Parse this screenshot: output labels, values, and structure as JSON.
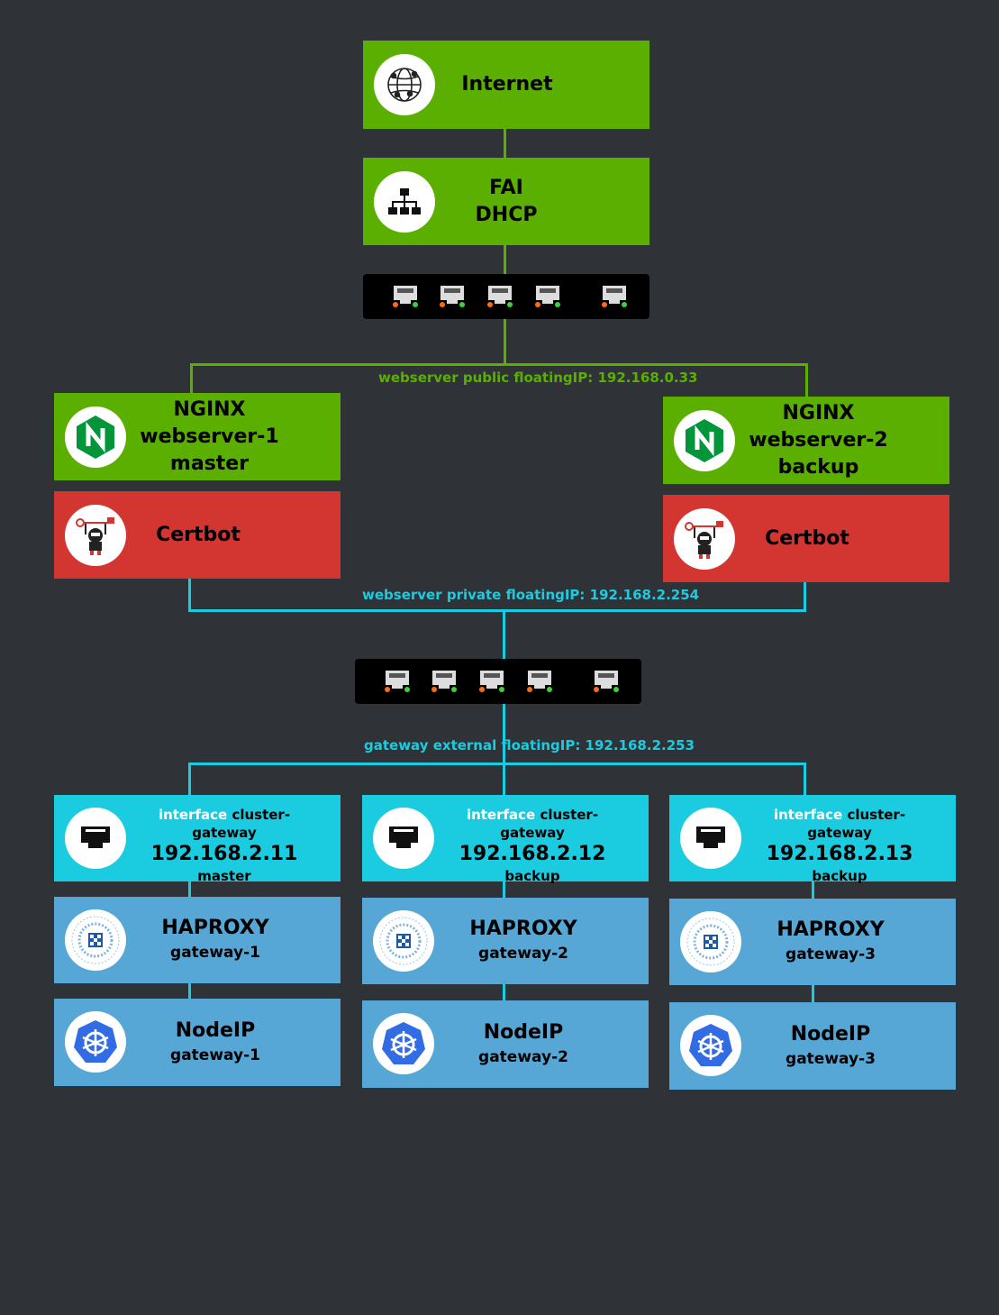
{
  "colors": {
    "background": "#2f3237",
    "internet_layer": "#5aaf00",
    "certbot": "#d33530",
    "interface": "#1bcbe0",
    "gateway": "#56a7d6"
  },
  "internet": {
    "label": "Internet",
    "icon": "globe-icon"
  },
  "fai": {
    "line1": "FAI",
    "line2": "DHCP",
    "icon": "network-tree-icon"
  },
  "public_floating_ip": "webserver public floatingIP: 192.168.0.33",
  "private_floating_ip": "webserver private floatingIP: 192.168.2.254",
  "gateway_floating_ip": "gateway external floatingIP: 192.168.2.253",
  "webservers": [
    {
      "line1": "NGINX",
      "line2": "webserver-1",
      "line3": "master",
      "certbot": "Certbot"
    },
    {
      "line1": "NGINX",
      "line2": "webserver-2",
      "line3": "backup",
      "certbot": "Certbot"
    }
  ],
  "gateways": [
    {
      "iface_prefix": "interface",
      "iface_name": "cluster-gateway",
      "ip": "192.168.2.11",
      "role": "master",
      "haproxy": "HAPROXY",
      "haproxy_sub": "gateway-1",
      "node": "NodeIP",
      "node_sub": "gateway-1"
    },
    {
      "iface_prefix": "interface",
      "iface_name": "cluster-gateway",
      "ip": "192.168.2.12",
      "role": "backup",
      "haproxy": "HAPROXY",
      "haproxy_sub": "gateway-2",
      "node": "NodeIP",
      "node_sub": "gateway-2"
    },
    {
      "iface_prefix": "interface",
      "iface_name": "cluster-gateway",
      "ip": "192.168.2.13",
      "role": "backup",
      "haproxy": "HAPROXY",
      "haproxy_sub": "gateway-3",
      "node": "NodeIP",
      "node_sub": "gateway-3"
    }
  ]
}
